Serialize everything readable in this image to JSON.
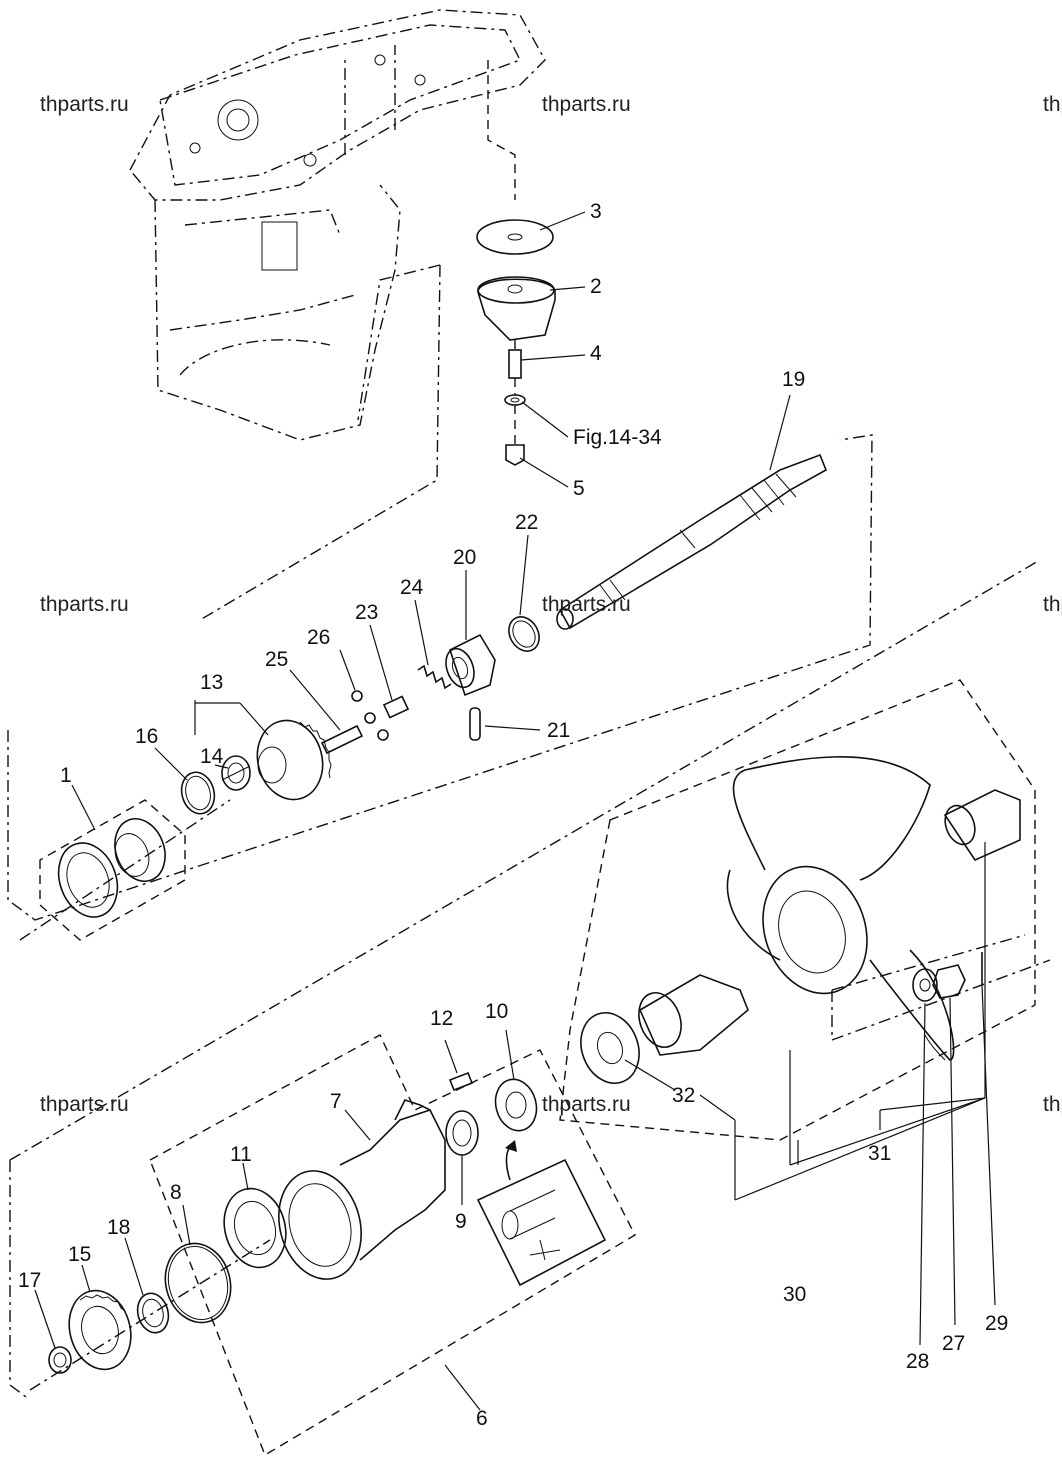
{
  "watermarks": [
    "thparts.ru",
    "thparts.ru",
    "thparts.ru",
    "thparts.ru",
    "thparts.ru",
    "thparts.ru",
    "thparts.ru",
    "thparts.ru",
    "thparts.ru"
  ],
  "labels": {
    "p1": "1",
    "p2": "2",
    "p3": "3",
    "p4": "4",
    "p5": "5",
    "p6": "6",
    "p7": "7",
    "p8": "8",
    "p9": "9",
    "p10": "10",
    "p11": "11",
    "p12": "12",
    "p13": "13",
    "p14": "14",
    "p15": "15",
    "p16": "16",
    "p17": "17",
    "p18": "18",
    "p19": "19",
    "p20": "20",
    "p21": "21",
    "p22": "22",
    "p23": "23",
    "p24": "24",
    "p25": "25",
    "p26": "26",
    "p27": "27",
    "p28": "28",
    "p29": "29",
    "p30": "30",
    "p31": "31",
    "p32": "32",
    "ref": "Fig.14-34"
  }
}
